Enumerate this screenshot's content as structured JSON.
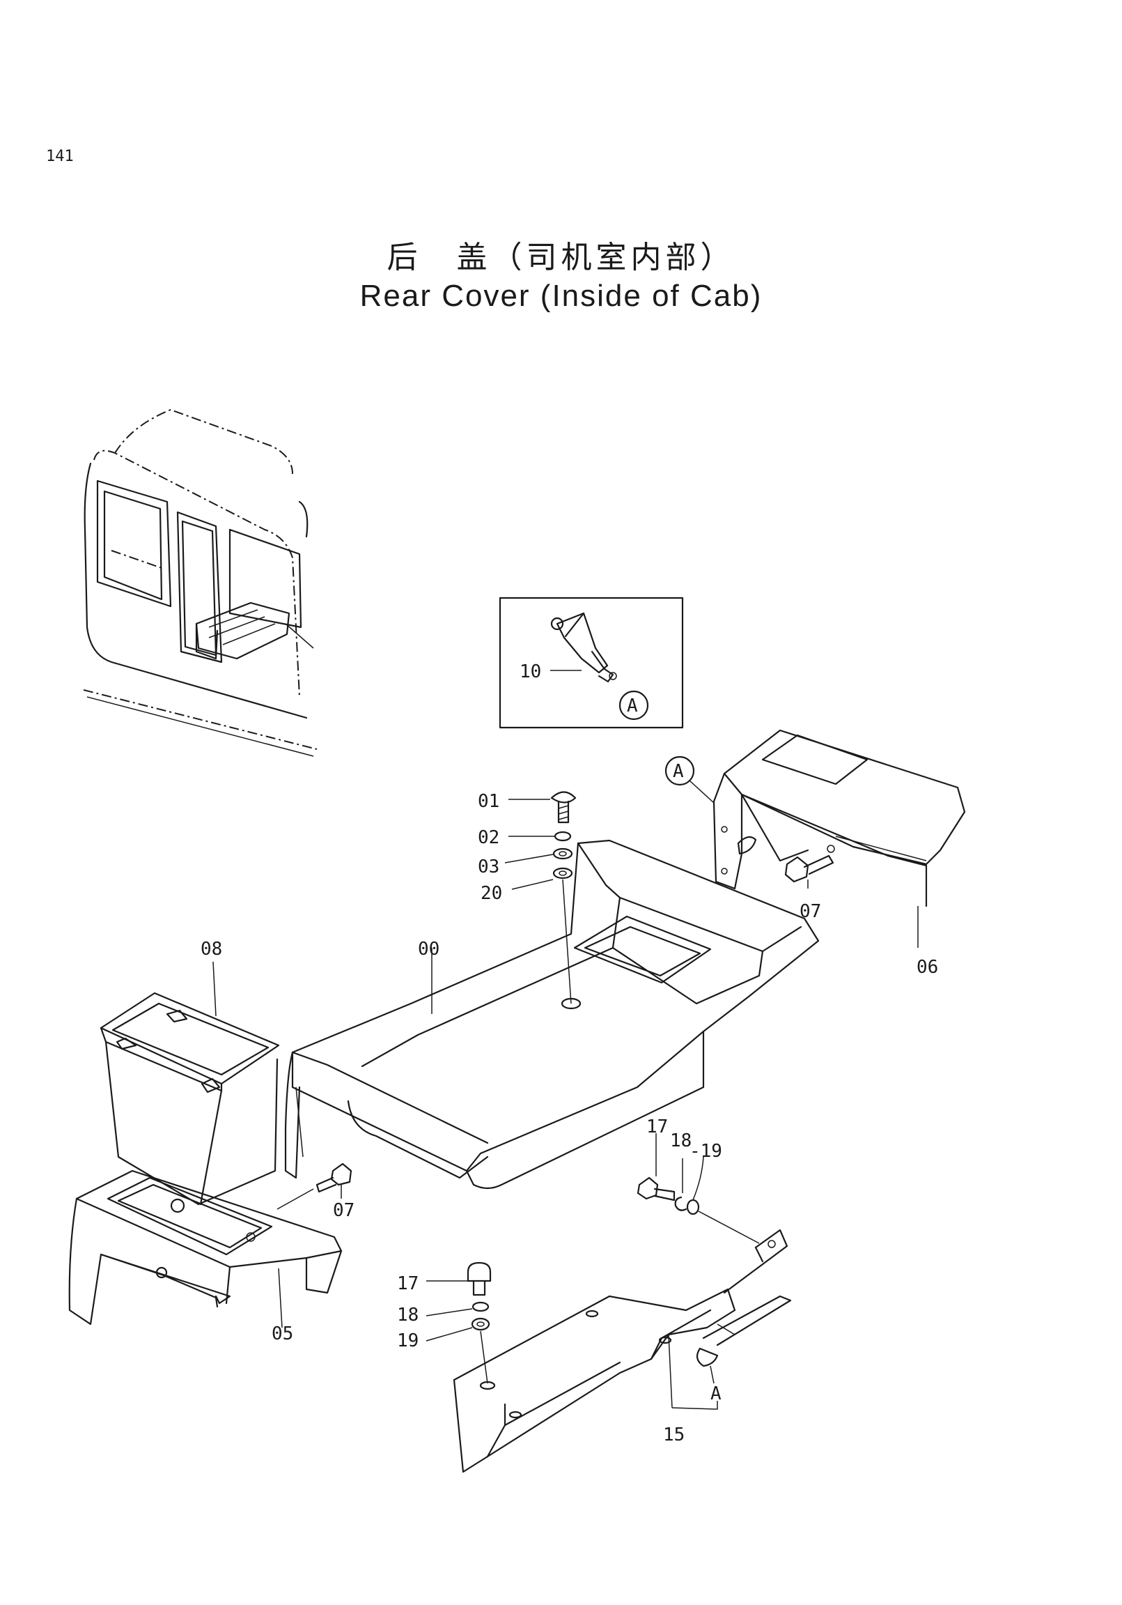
{
  "page_number": "141",
  "title_cn": "后　盖（司机室内部）",
  "title_en": "Rear Cover (Inside of Cab)",
  "detail_ref": "A",
  "parts": [
    {
      "id": "p00",
      "label": "00"
    },
    {
      "id": "p01",
      "label": "01"
    },
    {
      "id": "p02",
      "label": "02"
    },
    {
      "id": "p03",
      "label": "03"
    },
    {
      "id": "p20",
      "label": "20"
    },
    {
      "id": "p05",
      "label": "05"
    },
    {
      "id": "p06",
      "label": "06"
    },
    {
      "id": "p07a",
      "label": "07"
    },
    {
      "id": "p07b",
      "label": "07"
    },
    {
      "id": "p08",
      "label": "08"
    },
    {
      "id": "p10",
      "label": "10"
    },
    {
      "id": "p15",
      "label": "15"
    },
    {
      "id": "p17a",
      "label": "17"
    },
    {
      "id": "p18a",
      "label": "18"
    },
    {
      "id": "p19a",
      "label": "-19"
    },
    {
      "id": "p17b",
      "label": "17"
    },
    {
      "id": "p18b",
      "label": "18"
    },
    {
      "id": "p19b",
      "label": "19"
    }
  ]
}
